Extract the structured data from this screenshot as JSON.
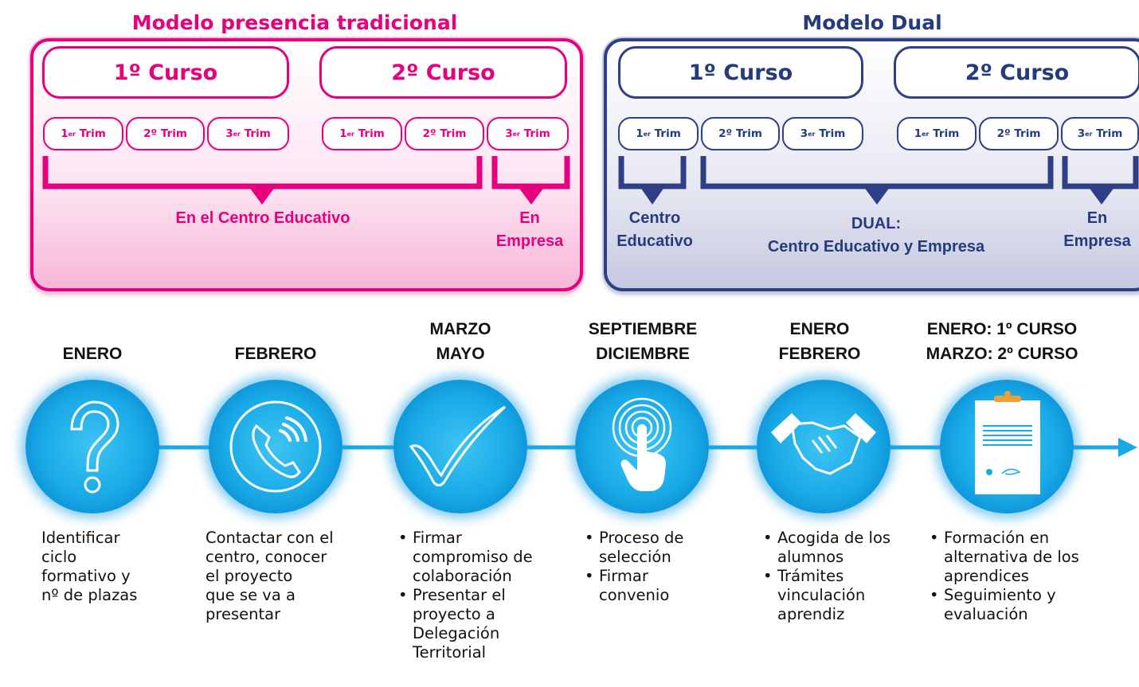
{
  "models": {
    "traditional": {
      "title": "Modelo presencia tradicional",
      "courses": [
        "1º Curso",
        "2º Curso"
      ],
      "trims": [
        {
          "num": "1",
          "sup": "er",
          "label": "Trim"
        },
        {
          "num": "2º",
          "sup": "",
          "label": "Trim"
        },
        {
          "num": "3",
          "sup": "er",
          "label": "Trim"
        },
        {
          "num": "1",
          "sup": "er",
          "label": "Trim"
        },
        {
          "num": "2º",
          "sup": "",
          "label": "Trim"
        },
        {
          "num": "3",
          "sup": "er",
          "label": "Trim"
        }
      ],
      "zones": {
        "centro": "En el Centro Educativo",
        "empresa_1": "En",
        "empresa_2": "Empresa"
      }
    },
    "dual": {
      "title": "Modelo Dual",
      "courses": [
        "1º Curso",
        "2º Curso"
      ],
      "trims": [
        {
          "num": "1",
          "sup": "er",
          "label": "Trim"
        },
        {
          "num": "2º",
          "sup": "",
          "label": "Trim"
        },
        {
          "num": "3",
          "sup": "er",
          "label": "Trim"
        },
        {
          "num": "1",
          "sup": "er",
          "label": "Trim"
        },
        {
          "num": "2º",
          "sup": "",
          "label": "Trim"
        },
        {
          "num": "3",
          "sup": "er",
          "label": "Trim"
        }
      ],
      "zones": {
        "centro_1": "Centro",
        "centro_2": "Educativo",
        "dual_1": "DUAL:",
        "dual_2": "Centro Educativo y Empresa",
        "empresa_1": "En",
        "empresa_2": "Empresa"
      }
    }
  },
  "colors": {
    "traditional": "#e6007e",
    "dual": "#243b7d",
    "timeline": "#1aa8e6"
  },
  "timeline": [
    {
      "month": [
        "",
        "ENERO"
      ],
      "icon": "question-mark-icon",
      "desc": [
        "Identificar",
        "ciclo",
        "formativo y",
        "nº de plazas"
      ],
      "bullets": false
    },
    {
      "month": [
        "",
        "FEBRERO"
      ],
      "icon": "phone-call-icon",
      "desc": [
        "Contactar con el",
        "centro, conocer",
        "el proyecto",
        "que se va a",
        "presentar"
      ],
      "bullets": false
    },
    {
      "month": [
        "MARZO",
        "MAYO"
      ],
      "icon": "checkmark-icon",
      "desc": [
        "Firmar compromiso de colaboración",
        "Presentar el proyecto a Delegación Territorial"
      ],
      "bullets": true
    },
    {
      "month": [
        "SEPTIEMBRE",
        "DICIEMBRE"
      ],
      "icon": "touch-tap-icon",
      "desc": [
        "Proceso de selección",
        "Firmar convenio"
      ],
      "bullets": true
    },
    {
      "month": [
        "ENERO",
        "FEBRERO"
      ],
      "icon": "handshake-icon",
      "desc": [
        "Acogida de los alumnos",
        "Trámites vinculación aprendiz"
      ],
      "bullets": true
    },
    {
      "month": [
        "ENERO: 1º CURSO",
        "MARZO: 2º CURSO"
      ],
      "icon": "clipboard-document-icon",
      "desc": [
        "Formación en alternativa de los aprendices",
        "Seguimiento y evaluación"
      ],
      "bullets": true
    }
  ]
}
